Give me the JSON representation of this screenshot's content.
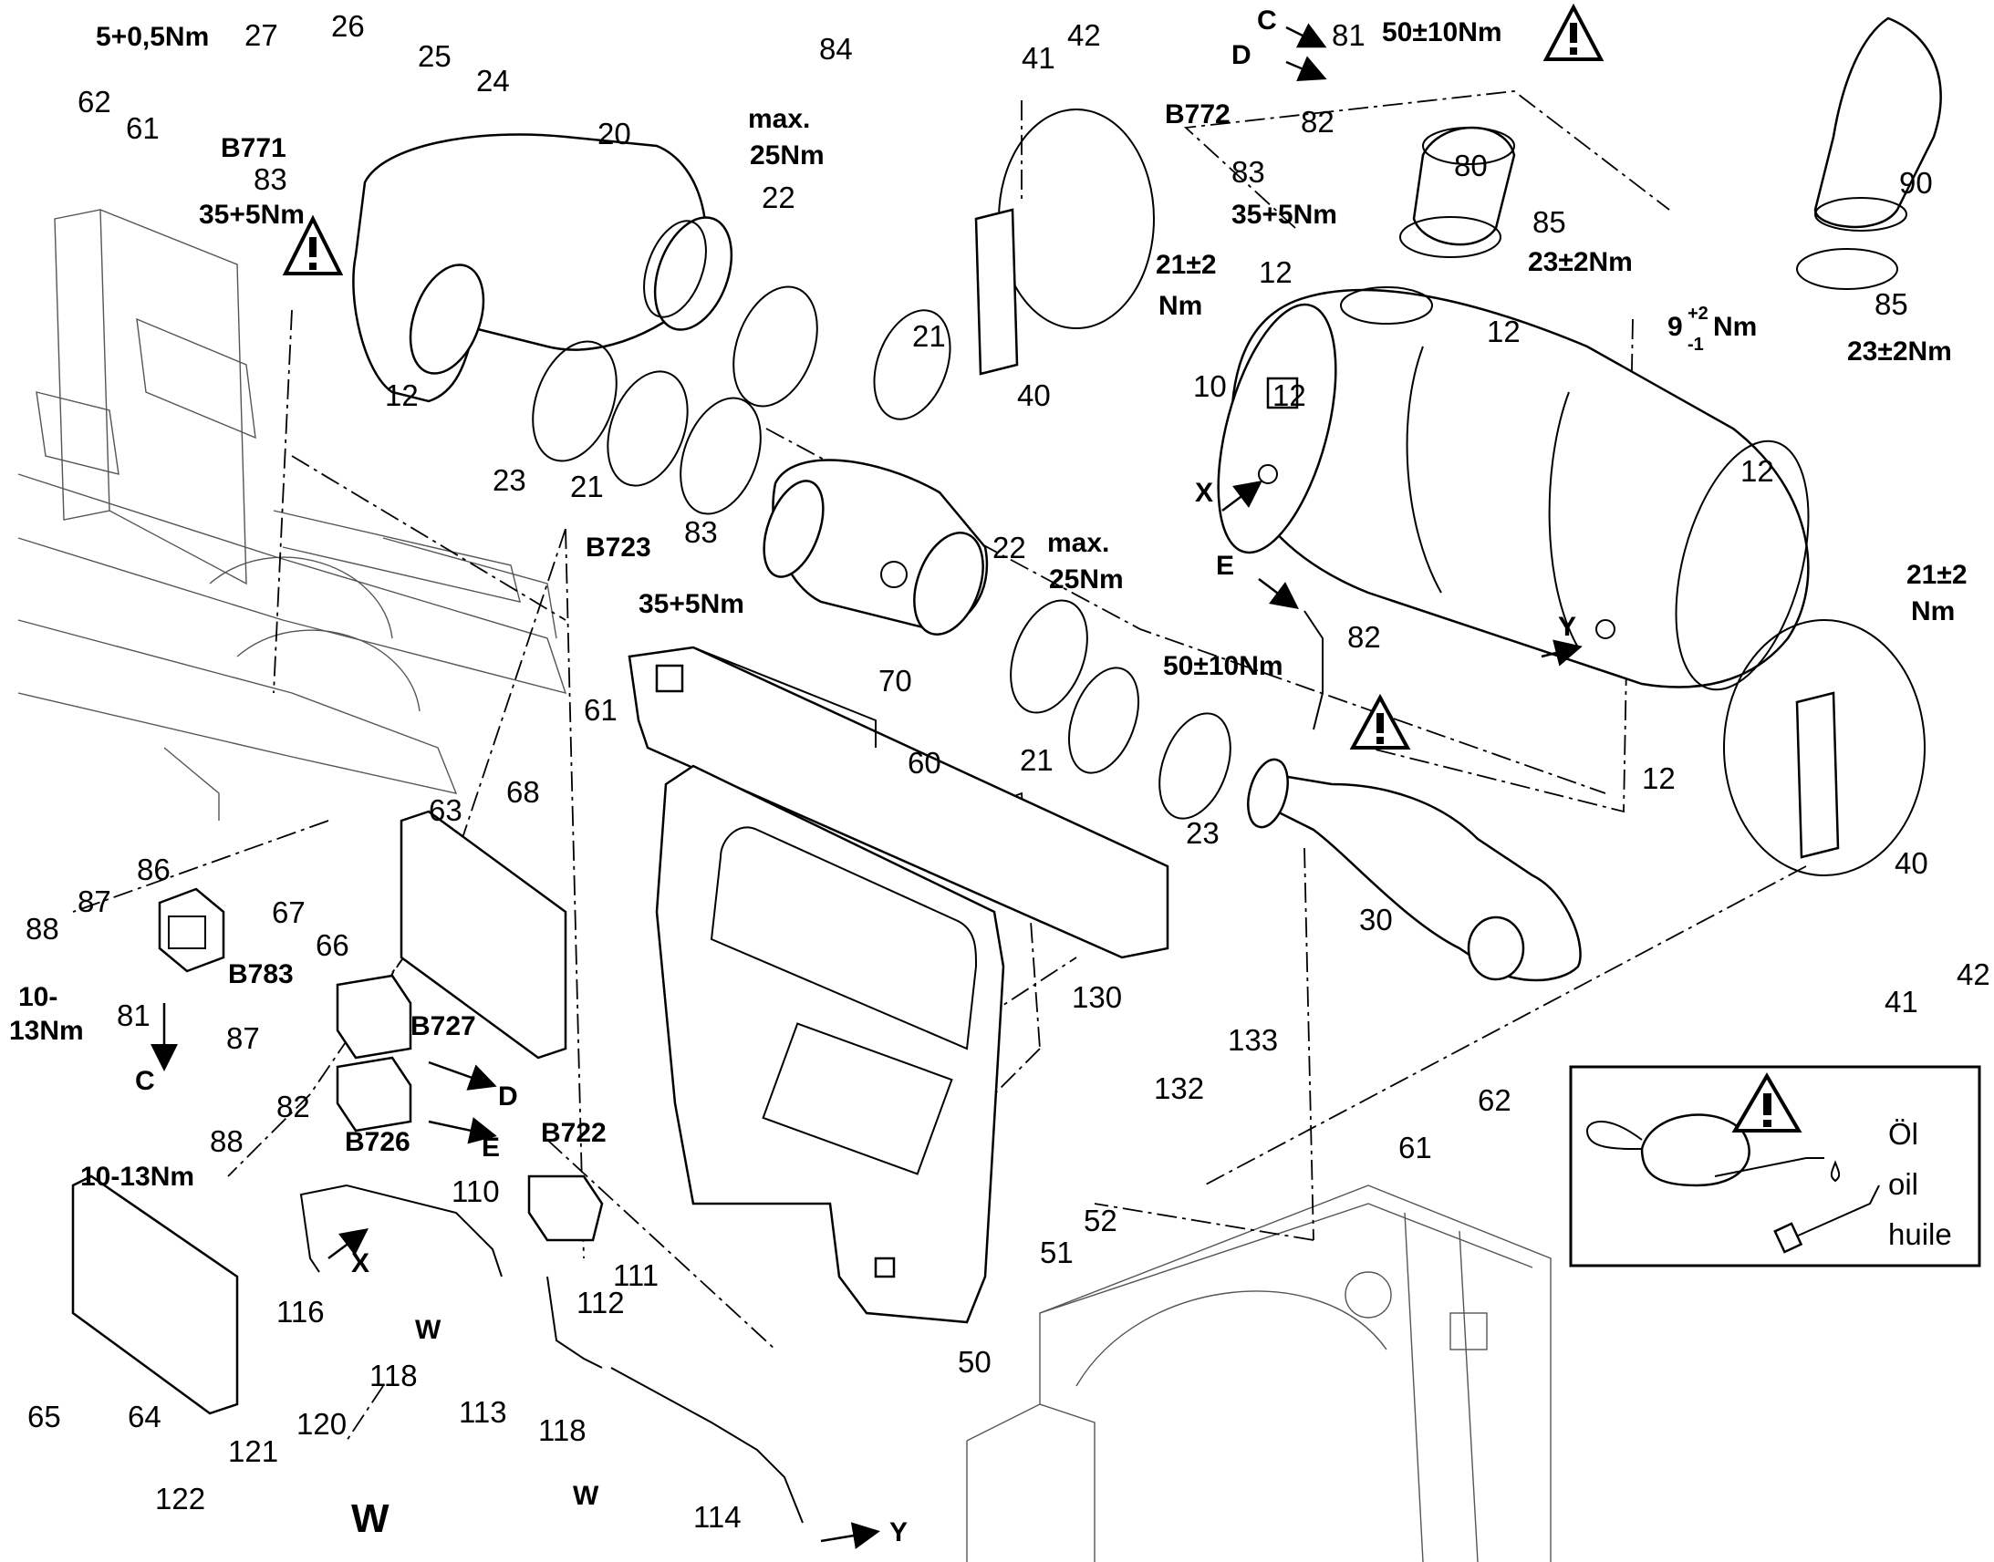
{
  "labels": [
    {
      "id": "t1",
      "text": "5+0,5Nm",
      "style": "bold"
    },
    {
      "id": "t2",
      "text": "27",
      "style": "lbl"
    },
    {
      "id": "t3",
      "text": "26",
      "style": "lbl"
    },
    {
      "id": "t4",
      "text": "25",
      "style": "lbl"
    },
    {
      "id": "t5",
      "text": "24",
      "style": "lbl"
    },
    {
      "id": "t6",
      "text": "62",
      "style": "lbl"
    },
    {
      "id": "t7",
      "text": "61",
      "style": "lbl"
    },
    {
      "id": "t8",
      "text": "B771",
      "style": "bold"
    },
    {
      "id": "t9",
      "text": "83",
      "style": "lbl"
    },
    {
      "id": "t10",
      "text": "35+5Nm",
      "style": "bold"
    },
    {
      "id": "t11",
      "text": "20",
      "style": "lbl"
    },
    {
      "id": "t12",
      "text": "max.",
      "style": "bold"
    },
    {
      "id": "t13",
      "text": "25Nm",
      "style": "bold"
    },
    {
      "id": "t14",
      "text": "22",
      "style": "lbl"
    },
    {
      "id": "t15",
      "text": "84",
      "style": "lbl"
    },
    {
      "id": "t16",
      "text": "41",
      "style": "lbl"
    },
    {
      "id": "t17",
      "text": "42",
      "style": "lbl"
    },
    {
      "id": "t18",
      "text": "C",
      "style": "bold"
    },
    {
      "id": "t19",
      "text": "81",
      "style": "lbl"
    },
    {
      "id": "t20",
      "text": "50±10Nm",
      "style": "bold"
    },
    {
      "id": "t21",
      "text": "D",
      "style": "bold"
    },
    {
      "id": "t22",
      "text": "B772",
      "style": "bold"
    },
    {
      "id": "t23",
      "text": "82",
      "style": "lbl"
    },
    {
      "id": "t24",
      "text": "80",
      "style": "lbl"
    },
    {
      "id": "t25",
      "text": "83",
      "style": "lbl"
    },
    {
      "id": "t26",
      "text": "35+5Nm",
      "style": "bold"
    },
    {
      "id": "t27",
      "text": "85",
      "style": "lbl"
    },
    {
      "id": "t28",
      "text": "23±2Nm",
      "style": "bold"
    },
    {
      "id": "t29",
      "text": "90",
      "style": "lbl"
    },
    {
      "id": "t30",
      "text": "21±2",
      "style": "bold"
    },
    {
      "id": "t31",
      "text": "Nm",
      "style": "bold"
    },
    {
      "id": "t32",
      "text": "12",
      "style": "lbl"
    },
    {
      "id": "t33",
      "text": "12",
      "style": "lbl"
    },
    {
      "id": "t34",
      "text": "85",
      "style": "lbl"
    },
    {
      "id": "t35",
      "text": "23±2Nm",
      "style": "bold"
    },
    {
      "id": "t36",
      "text": "9",
      "style": "bold"
    },
    {
      "id": "t36a",
      "text": "+2",
      "style": "bold"
    },
    {
      "id": "t36b",
      "text": "-1",
      "style": "bold"
    },
    {
      "id": "t36c",
      "text": "Nm",
      "style": "bold"
    },
    {
      "id": "t37",
      "text": "12",
      "style": "lbl"
    },
    {
      "id": "t38",
      "text": "21",
      "style": "lbl"
    },
    {
      "id": "t39",
      "text": "40",
      "style": "lbl"
    },
    {
      "id": "t40",
      "text": "10",
      "style": "lbl"
    },
    {
      "id": "t41",
      "text": "12",
      "style": "lbl"
    },
    {
      "id": "t42",
      "text": "23",
      "style": "lbl"
    },
    {
      "id": "t43",
      "text": "21",
      "style": "lbl"
    },
    {
      "id": "t44",
      "text": "X",
      "style": "bold"
    },
    {
      "id": "t45",
      "text": "B723",
      "style": "bold"
    },
    {
      "id": "t46",
      "text": "83",
      "style": "lbl"
    },
    {
      "id": "t47",
      "text": "35+5Nm",
      "style": "bold"
    },
    {
      "id": "t48",
      "text": "22",
      "style": "lbl"
    },
    {
      "id": "t49",
      "text": "max.",
      "style": "bold"
    },
    {
      "id": "t50",
      "text": "25Nm",
      "style": "bold"
    },
    {
      "id": "t51",
      "text": "12",
      "style": "lbl"
    },
    {
      "id": "t52",
      "text": "21±2",
      "style": "bold"
    },
    {
      "id": "t53",
      "text": "Nm",
      "style": "bold"
    },
    {
      "id": "t54",
      "text": "E",
      "style": "bold"
    },
    {
      "id": "t55",
      "text": "82",
      "style": "lbl"
    },
    {
      "id": "t56",
      "text": "Y",
      "style": "bold"
    },
    {
      "id": "t57",
      "text": "70",
      "style": "lbl"
    },
    {
      "id": "t58",
      "text": "50±10Nm",
      "style": "bold"
    },
    {
      "id": "t59",
      "text": "61",
      "style": "lbl"
    },
    {
      "id": "t60",
      "text": "60",
      "style": "lbl"
    },
    {
      "id": "t61",
      "text": "21",
      "style": "lbl"
    },
    {
      "id": "t62",
      "text": "12",
      "style": "lbl"
    },
    {
      "id": "t63",
      "text": "68",
      "style": "lbl"
    },
    {
      "id": "t64",
      "text": "63",
      "style": "lbl"
    },
    {
      "id": "t65",
      "text": "23",
      "style": "lbl"
    },
    {
      "id": "t66",
      "text": "40",
      "style": "lbl"
    },
    {
      "id": "t67",
      "text": "86",
      "style": "lbl"
    },
    {
      "id": "t68",
      "text": "88",
      "style": "lbl"
    },
    {
      "id": "t69",
      "text": "87",
      "style": "lbl"
    },
    {
      "id": "t70",
      "text": "67",
      "style": "lbl"
    },
    {
      "id": "t71",
      "text": "66",
      "style": "lbl"
    },
    {
      "id": "t72",
      "text": "B783",
      "style": "bold"
    },
    {
      "id": "t73",
      "text": "30",
      "style": "lbl"
    },
    {
      "id": "t74",
      "text": "42",
      "style": "lbl"
    },
    {
      "id": "t75",
      "text": "41",
      "style": "lbl"
    },
    {
      "id": "t76",
      "text": "10-",
      "style": "bold"
    },
    {
      "id": "t77",
      "text": "13Nm",
      "style": "bold"
    },
    {
      "id": "t78",
      "text": "81",
      "style": "lbl"
    },
    {
      "id": "t79",
      "text": "B727",
      "style": "bold"
    },
    {
      "id": "t80",
      "text": "87",
      "style": "lbl"
    },
    {
      "id": "t81",
      "text": "130",
      "style": "lbl"
    },
    {
      "id": "t82",
      "text": "133",
      "style": "lbl"
    },
    {
      "id": "t83",
      "text": "C",
      "style": "bold"
    },
    {
      "id": "t84",
      "text": "D",
      "style": "bold"
    },
    {
      "id": "t85",
      "text": "82",
      "style": "lbl"
    },
    {
      "id": "t86",
      "text": "132",
      "style": "lbl"
    },
    {
      "id": "t87",
      "text": "88",
      "style": "lbl"
    },
    {
      "id": "t88",
      "text": "B726",
      "style": "bold"
    },
    {
      "id": "t89",
      "text": "E",
      "style": "bold"
    },
    {
      "id": "t90",
      "text": "10-13Nm",
      "style": "bold"
    },
    {
      "id": "t91",
      "text": "B722",
      "style": "bold"
    },
    {
      "id": "t92",
      "text": "62",
      "style": "lbl"
    },
    {
      "id": "t93",
      "text": "61",
      "style": "lbl"
    },
    {
      "id": "t94",
      "text": "110",
      "style": "lbl"
    },
    {
      "id": "t95",
      "text": "52",
      "style": "lbl"
    },
    {
      "id": "t96",
      "text": "51",
      "style": "lbl"
    },
    {
      "id": "t97",
      "text": "X",
      "style": "bold"
    },
    {
      "id": "t98",
      "text": "111",
      "style": "lbl"
    },
    {
      "id": "t99",
      "text": "116",
      "style": "lbl"
    },
    {
      "id": "t100",
      "text": "112",
      "style": "lbl"
    },
    {
      "id": "t101",
      "text": "W",
      "style": "bold"
    },
    {
      "id": "t102",
      "text": "118",
      "style": "lbl"
    },
    {
      "id": "t103",
      "text": "50",
      "style": "lbl"
    },
    {
      "id": "t104",
      "text": "65",
      "style": "lbl"
    },
    {
      "id": "t105",
      "text": "64",
      "style": "lbl"
    },
    {
      "id": "t106",
      "text": "113",
      "style": "lbl"
    },
    {
      "id": "t107",
      "text": "118",
      "style": "lbl"
    },
    {
      "id": "t108",
      "text": "120",
      "style": "lbl"
    },
    {
      "id": "t109",
      "text": "121",
      "style": "lbl"
    },
    {
      "id": "t110",
      "text": "122",
      "style": "lbl"
    },
    {
      "id": "t111",
      "text": "W",
      "style": "big"
    },
    {
      "id": "t112",
      "text": "W",
      "style": "bold"
    },
    {
      "id": "t113",
      "text": "114",
      "style": "lbl"
    },
    {
      "id": "t114",
      "text": "Y",
      "style": "bold"
    },
    {
      "id": "t115",
      "text": "Öl",
      "style": "lbl"
    },
    {
      "id": "t116",
      "text": "oil",
      "style": "lbl"
    },
    {
      "id": "t117",
      "text": "huile",
      "style": "lbl"
    }
  ]
}
